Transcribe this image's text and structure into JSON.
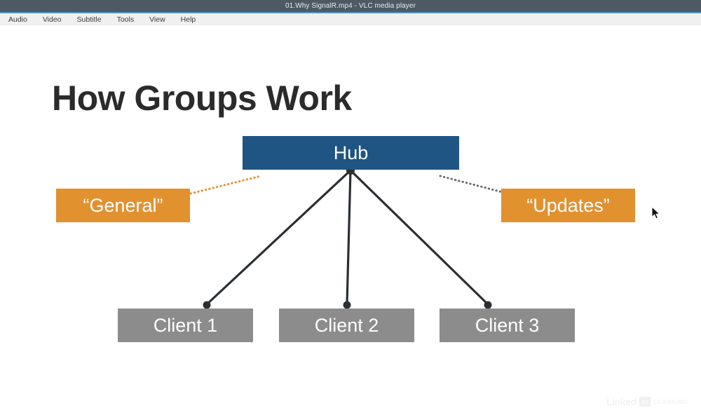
{
  "window": {
    "title": "01.Why SignalR.mp4 - VLC media player",
    "menu": [
      {
        "label": "Audio",
        "name": "menu-audio"
      },
      {
        "label": "Video",
        "name": "menu-video"
      },
      {
        "label": "Subtitle",
        "name": "menu-subtitle"
      },
      {
        "label": "Tools",
        "name": "menu-tools"
      },
      {
        "label": "View",
        "name": "menu-view"
      },
      {
        "label": "Help",
        "name": "menu-help"
      }
    ]
  },
  "slide": {
    "title": "How Groups Work",
    "hub": {
      "label": "Hub",
      "color": "#1f5582"
    },
    "groups": [
      {
        "label": "“General”",
        "color": "#e2912f"
      },
      {
        "label": "“Updates”",
        "color": "#e2912f"
      }
    ],
    "clients": [
      {
        "label": "Client 1",
        "color": "#8c8c8c"
      },
      {
        "label": "Client 2",
        "color": "#8c8c8c"
      },
      {
        "label": "Client 3",
        "color": "#8c8c8c"
      }
    ],
    "connectors": {
      "solid_color": "#2b2f33",
      "dotted_left_color": "#e2912f",
      "dotted_right_color": "#6b6b6b"
    },
    "watermark": {
      "linked": "Linked",
      "in": "in",
      "learning": "LEARNING"
    }
  }
}
